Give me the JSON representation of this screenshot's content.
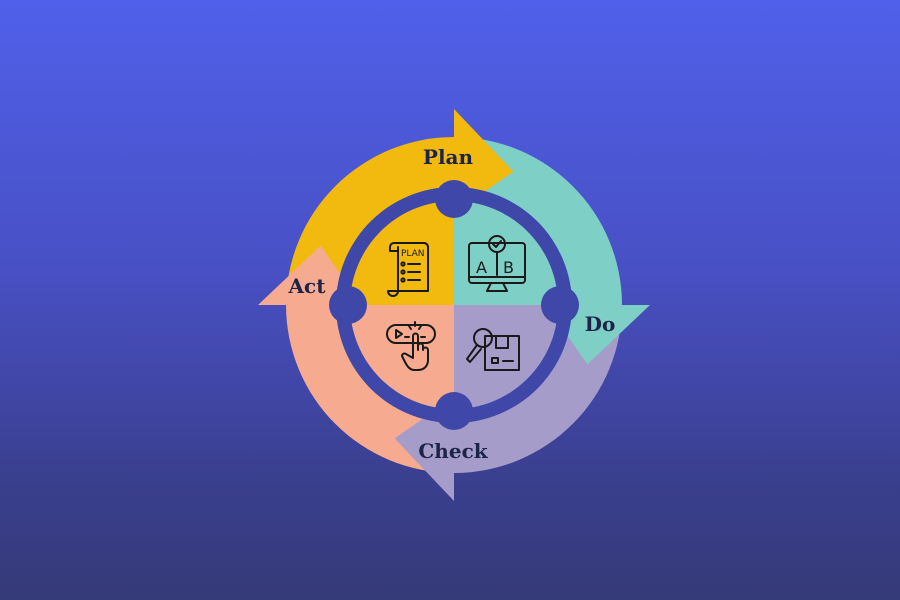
{
  "diagram": {
    "title": "PDCA cycle",
    "stages": [
      {
        "key": "plan",
        "label": "Plan",
        "color": "#f2b90f",
        "icon": "plan-document-icon"
      },
      {
        "key": "do",
        "label": "Do",
        "color": "#7ecfc6",
        "icon": "ab-test-monitor-icon"
      },
      {
        "key": "check",
        "label": "Check",
        "color": "#a59cca",
        "icon": "inspect-box-icon"
      },
      {
        "key": "act",
        "label": "Act",
        "color": "#f6aa90",
        "icon": "click-button-icon"
      }
    ],
    "icon_text": {
      "plan": "PLAN",
      "a": "A",
      "b": "B"
    },
    "gap_color": "#3f48a8"
  }
}
